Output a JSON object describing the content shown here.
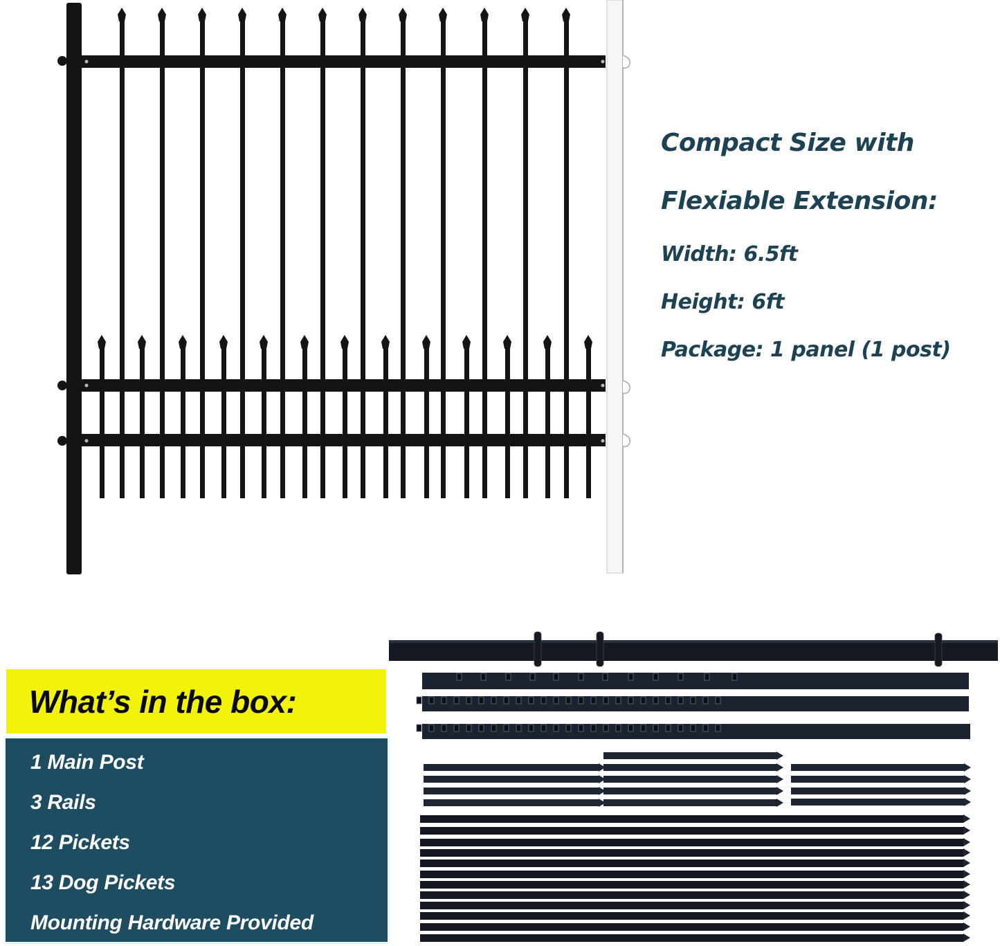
{
  "specs": {
    "headline_line1": "Compact Size with",
    "headline_line2": "Flexiable Extension:",
    "width": "Width: 6.5ft",
    "height": "Height: 6ft",
    "package": "Package: 1 panel (1 post)"
  },
  "whats_in_the_box": {
    "title": "What’s in the box:",
    "items": [
      "1 Main Post",
      "3 Rails",
      "12 Pickets",
      "13 Dog Pickets",
      "Mounting Hardware Provided"
    ]
  },
  "colors": {
    "spec_text": "#1d4253",
    "title_band": "#f2f20a",
    "list_panel": "#1e4c60",
    "list_text": "#ffffff",
    "metal": "#141414",
    "parts_metal": "#1b2230",
    "extension_post": "#f4f4f4"
  },
  "fence_panel": {
    "tall_picket_count": 12,
    "dog_picket_count": 13,
    "rail_count": 3,
    "main_post_color": "black",
    "extension_post_color": "white"
  }
}
